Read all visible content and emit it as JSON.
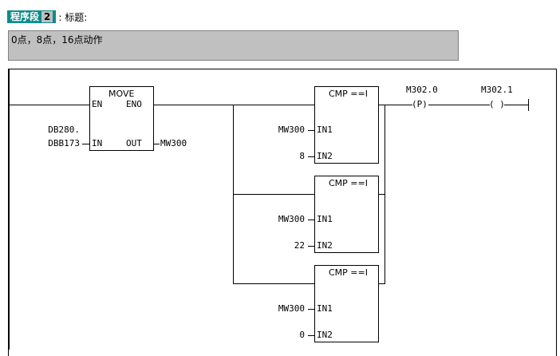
{
  "header": {
    "segment_label": "程序段",
    "segment_number": "2",
    "title_label": ": 标题:"
  },
  "comment": "0点，8点，16点动作",
  "move": {
    "title": "MOVE",
    "en": "EN",
    "eno": "ENO",
    "in": "IN",
    "out": "OUT",
    "in_operand_line1": "DB280.",
    "in_operand_line2": "DBB173",
    "out_operand": "MW300"
  },
  "cmp_blocks": [
    {
      "title": "CMP ==I",
      "in1_label": "IN1",
      "in2_label": "IN2",
      "in1_operand": "MW300",
      "in2_operand": "8"
    },
    {
      "title": "CMP ==I",
      "in1_label": "IN1",
      "in2_label": "IN2",
      "in1_operand": "MW300",
      "in2_operand": "22"
    },
    {
      "title": "CMP ==I",
      "in1_label": "IN1",
      "in2_label": "IN2",
      "in1_operand": "MW300",
      "in2_operand": "0"
    }
  ],
  "p_contact": {
    "operand": "M302.0",
    "symbol": "P"
  },
  "coil": {
    "operand": "M302.1",
    "symbol": " "
  }
}
